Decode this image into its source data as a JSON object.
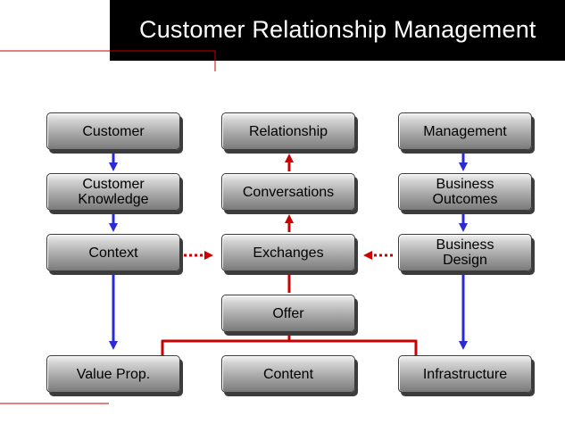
{
  "title": "Customer Relationship Management",
  "nodes": {
    "customer": "Customer",
    "customer_knowledge": "Customer\nKnowledge",
    "context": "Context",
    "value_prop": "Value Prop.",
    "relationship": "Relationship",
    "conversations": "Conversations",
    "exchanges": "Exchanges",
    "offer": "Offer",
    "content": "Content",
    "management": "Management",
    "business_outcomes": "Business\nOutcomes",
    "business_design": "Business\nDesign",
    "infrastructure": "Infrastructure"
  },
  "colors": {
    "blue_arrow": "#2b2bd6",
    "red_arrow": "#cc0000",
    "title_bg": "#000000",
    "title_text": "#ffffff"
  }
}
